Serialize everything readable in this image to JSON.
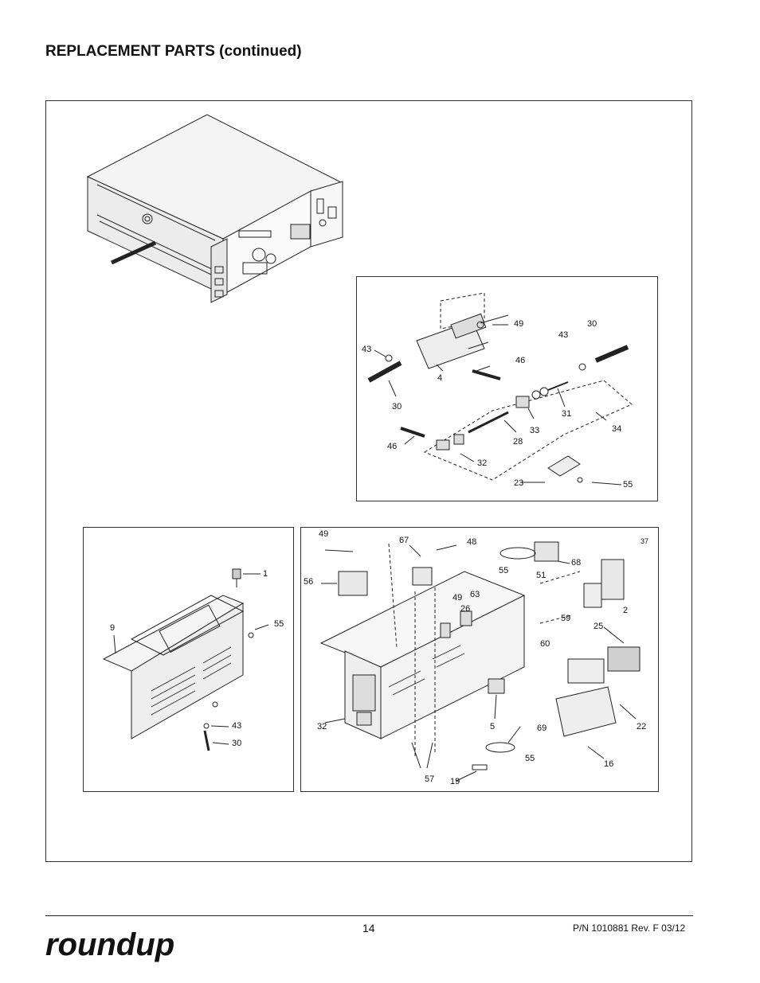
{
  "page": {
    "title": "REPLACEMENT PARTS (continued)",
    "page_number": "14",
    "part_number": "P/N 1010881 Rev. F 03/12",
    "brand": "roundup"
  },
  "panels": {
    "conveyor_drive": {
      "callouts": [
        "49",
        "43",
        "30",
        "43",
        "4",
        "46",
        "30",
        "31",
        "33",
        "28",
        "34",
        "46",
        "32",
        "23",
        "55"
      ]
    },
    "heater_cover": {
      "callouts": [
        "1",
        "9",
        "55",
        "43",
        "30"
      ]
    },
    "control_box": {
      "callouts": [
        "49",
        "67",
        "48",
        "37",
        "56",
        "68",
        "55",
        "51",
        "49",
        "63",
        "26",
        "2",
        "59",
        "60",
        "25",
        "32",
        "5",
        "69",
        "22",
        "55",
        "16",
        "19",
        "57"
      ]
    }
  }
}
